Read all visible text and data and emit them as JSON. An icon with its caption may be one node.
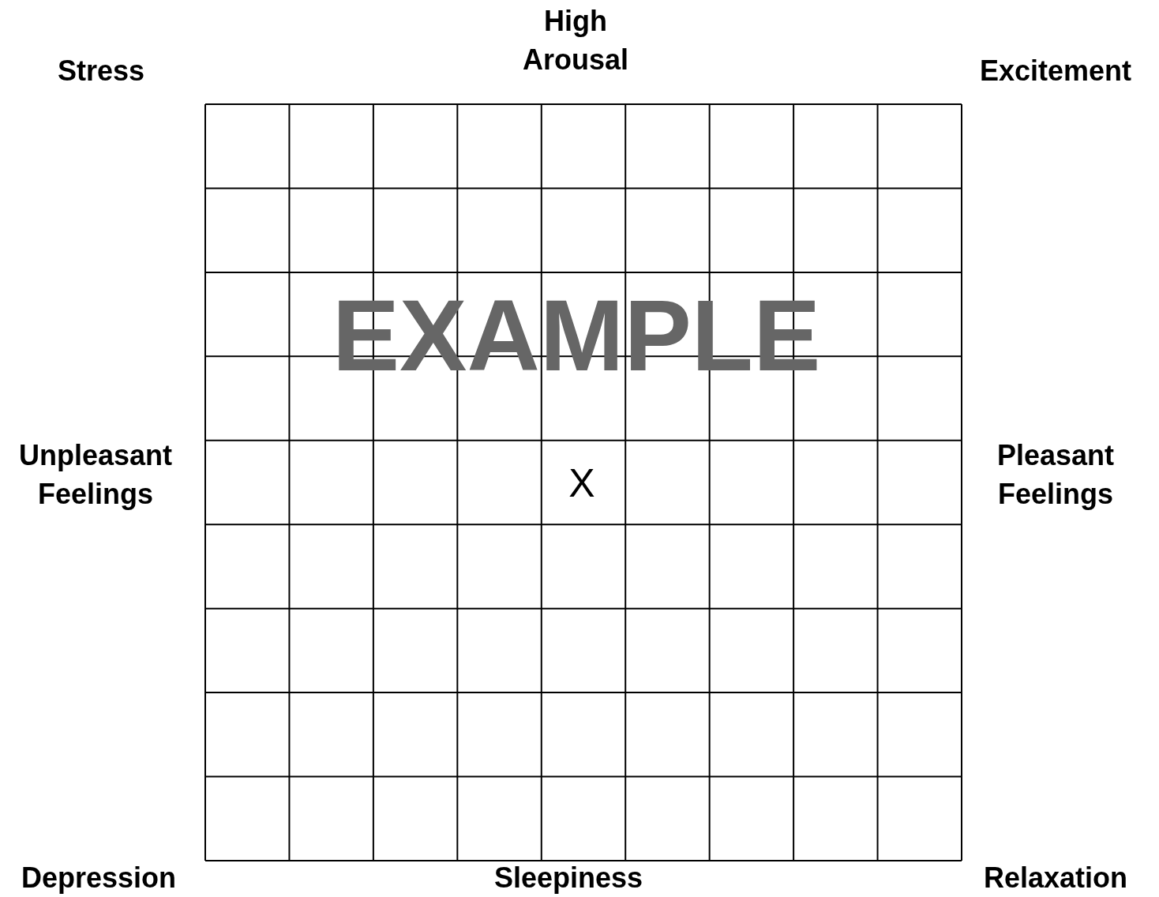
{
  "diagram": {
    "labels": [
      "High Arousal",
      "Stress",
      "Excitement",
      "Unpleasant Feelings",
      "Pleasant Feelings",
      "EXAMPLE",
      "X",
      "Depression",
      "Sleepiness",
      "Relaxation"
    ]
  }
}
